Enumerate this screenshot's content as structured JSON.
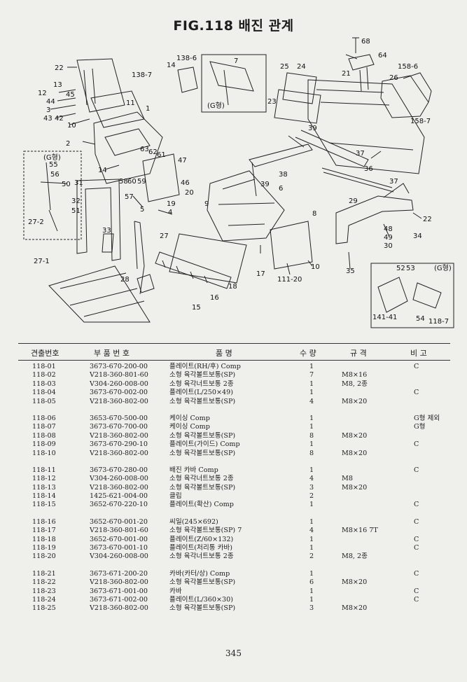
{
  "page": {
    "title": "FIG.118 배진 관계",
    "page_number": "345"
  },
  "diagram": {
    "callouts": [
      {
        "id": "c68",
        "label": "68"
      },
      {
        "id": "c64",
        "label": "64"
      },
      {
        "id": "c1586",
        "label": "158-6"
      },
      {
        "id": "c22a",
        "label": "22"
      },
      {
        "id": "c1386",
        "label": "138-6"
      },
      {
        "id": "c7",
        "label": "7"
      },
      {
        "id": "c1387",
        "label": "138-7"
      },
      {
        "id": "c14a",
        "label": "14"
      },
      {
        "id": "c25",
        "label": "25"
      },
      {
        "id": "c24",
        "label": "24"
      },
      {
        "id": "c21",
        "label": "21"
      },
      {
        "id": "c26",
        "label": "26"
      },
      {
        "id": "c13",
        "label": "13"
      },
      {
        "id": "c12",
        "label": "12"
      },
      {
        "id": "c45",
        "label": "45"
      },
      {
        "id": "c44",
        "label": "44"
      },
      {
        "id": "c11",
        "label": "11"
      },
      {
        "id": "c3",
        "label": "3"
      },
      {
        "id": "c43",
        "label": "43"
      },
      {
        "id": "c42",
        "label": "42"
      },
      {
        "id": "c10a",
        "label": "10"
      },
      {
        "id": "c1",
        "label": "1"
      },
      {
        "id": "c23",
        "label": "23"
      },
      {
        "id": "c1587",
        "label": "158-7"
      },
      {
        "id": "c39a",
        "label": "39"
      },
      {
        "id": "c2",
        "label": "2"
      },
      {
        "id": "c63",
        "label": "63"
      },
      {
        "id": "c62",
        "label": "62"
      },
      {
        "id": "c61",
        "label": "61"
      },
      {
        "id": "c37a",
        "label": "37"
      },
      {
        "id": "c55",
        "label": "55"
      },
      {
        "id": "c56",
        "label": "56"
      },
      {
        "id": "c14b",
        "label": "14"
      },
      {
        "id": "c47",
        "label": "47"
      },
      {
        "id": "c36",
        "label": "36"
      },
      {
        "id": "c50",
        "label": "50"
      },
      {
        "id": "c58",
        "label": "58"
      },
      {
        "id": "c60",
        "label": "60"
      },
      {
        "id": "c59",
        "label": "59"
      },
      {
        "id": "c38",
        "label": "38"
      },
      {
        "id": "c46",
        "label": "46"
      },
      {
        "id": "c39b",
        "label": "39"
      },
      {
        "id": "c37b",
        "label": "37"
      },
      {
        "id": "c31",
        "label": "31"
      },
      {
        "id": "c20",
        "label": "20"
      },
      {
        "id": "c6",
        "label": "6"
      },
      {
        "id": "c57",
        "label": "57"
      },
      {
        "id": "c32",
        "label": "32"
      },
      {
        "id": "c19",
        "label": "19"
      },
      {
        "id": "c9",
        "label": "9"
      },
      {
        "id": "c29",
        "label": "29"
      },
      {
        "id": "c51",
        "label": "51"
      },
      {
        "id": "c5",
        "label": "5"
      },
      {
        "id": "c4",
        "label": "4"
      },
      {
        "id": "c8",
        "label": "8"
      },
      {
        "id": "c22b",
        "label": "22"
      },
      {
        "id": "c272",
        "label": "27-2"
      },
      {
        "id": "c33",
        "label": "33"
      },
      {
        "id": "c27a",
        "label": "27"
      },
      {
        "id": "c48",
        "label": "48"
      },
      {
        "id": "c34",
        "label": "34"
      },
      {
        "id": "c49",
        "label": "49"
      },
      {
        "id": "c30",
        "label": "30"
      },
      {
        "id": "c271",
        "label": "27-1"
      },
      {
        "id": "c17",
        "label": "17"
      },
      {
        "id": "c10b",
        "label": "10"
      },
      {
        "id": "c35",
        "label": "35"
      },
      {
        "id": "c28",
        "label": "28"
      },
      {
        "id": "c11120",
        "label": "111-20"
      },
      {
        "id": "c18",
        "label": "18"
      },
      {
        "id": "c16",
        "label": "16"
      },
      {
        "id": "c15",
        "label": "15"
      },
      {
        "id": "c52",
        "label": "52"
      },
      {
        "id": "c53",
        "label": "53"
      },
      {
        "id": "c14141",
        "label": "141-41"
      },
      {
        "id": "c54",
        "label": "54"
      },
      {
        "id": "c1187",
        "label": "118-7"
      }
    ],
    "insets": [
      {
        "id": "g1",
        "label": "(G형)"
      },
      {
        "id": "g2",
        "label": "(G형)"
      },
      {
        "id": "g3",
        "label": "(G형)"
      }
    ]
  },
  "table": {
    "headers": [
      "견출번호",
      "부 품 번 호",
      "품 명",
      "수 량",
      "규 격",
      "비 고"
    ],
    "groups": [
      [
        [
          "118-01",
          "3673-670-200-00",
          "플레이트(RH/후) Comp",
          "1",
          "",
          "C"
        ],
        [
          "118-02",
          "V218-360-801-60",
          "소형 육각볼트보통(SP)",
          "7",
          "M8×16",
          ""
        ],
        [
          "118-03",
          "V304-260-008-00",
          "소형 육각너트보통 2종",
          "1",
          "M8, 2종",
          ""
        ],
        [
          "118-04",
          "3673-670-002-00",
          "플레이트(L/250×49)",
          "1",
          "",
          "C"
        ],
        [
          "118-05",
          "V218-360-802-00",
          "소형 육각볼트보통(SP)",
          "4",
          "M8×20",
          ""
        ]
      ],
      [
        [
          "118-06",
          "3653-670-500-00",
          "케이싱 Comp",
          "1",
          "",
          "G형 제외"
        ],
        [
          "118-07",
          "3673-670-700-00",
          "케이싱 Comp",
          "1",
          "",
          "G형"
        ],
        [
          "118-08",
          "V218-360-802-00",
          "소형 육각볼트보통(SP)",
          "8",
          "M8×20",
          ""
        ],
        [
          "118-09",
          "3673-670-290-10",
          "플레이트(가이드) Comp",
          "1",
          "",
          "C"
        ],
        [
          "118-10",
          "V218-360-802-00",
          "소형 육각볼트보통(SP)",
          "8",
          "M8×20",
          ""
        ]
      ],
      [
        [
          "118-11",
          "3673-670-280-00",
          "배진 카바 Comp",
          "1",
          "",
          "C"
        ],
        [
          "118-12",
          "V304-260-008-00",
          "소형 육각너트보통 2종",
          "4",
          "M8",
          ""
        ],
        [
          "118-13",
          "V218-360-802-00",
          "소형 육각볼트보통(SP)",
          "3",
          "M8×20",
          ""
        ],
        [
          "118-14",
          "1425-621-004-00",
          "클립",
          "2",
          "",
          ""
        ],
        [
          "118-15",
          "3652-670-220-10",
          "플레이트(확산) Comp",
          "1",
          "",
          "C"
        ]
      ],
      [
        [
          "118-16",
          "3652-670-001-20",
          "씨일(245×692)",
          "1",
          "",
          "C"
        ],
        [
          "118-17",
          "V218-360-801-60",
          "소형 육각볼트보통(SP) 7",
          "4",
          "M8×16 7T",
          ""
        ],
        [
          "118-18",
          "3652-670-001-00",
          "플레이트(Z/60×132)",
          "1",
          "",
          "C"
        ],
        [
          "118-19",
          "3673-670-001-10",
          "플레이트(처리통 카바)",
          "1",
          "",
          "C"
        ],
        [
          "118-20",
          "V304-260-008-00",
          "소형 육각너트보통 2종",
          "2",
          "M8, 2종",
          ""
        ]
      ],
      [
        [
          "118-21",
          "3673-671-200-20",
          "카바(카터/상) Comp",
          "1",
          "",
          "C"
        ],
        [
          "118-22",
          "V218-360-802-00",
          "소형 육각볼트보통(SP)",
          "6",
          "M8×20",
          ""
        ],
        [
          "118-23",
          "3673-671-001-00",
          "카바",
          "1",
          "",
          "C"
        ],
        [
          "118-24",
          "3673-671-002-00",
          "플레이트(L/360×30)",
          "1",
          "",
          "C"
        ],
        [
          "118-25",
          "V218-360-802-00",
          "소형 육각볼트보통(SP)",
          "3",
          "M8×20",
          ""
        ]
      ]
    ]
  }
}
